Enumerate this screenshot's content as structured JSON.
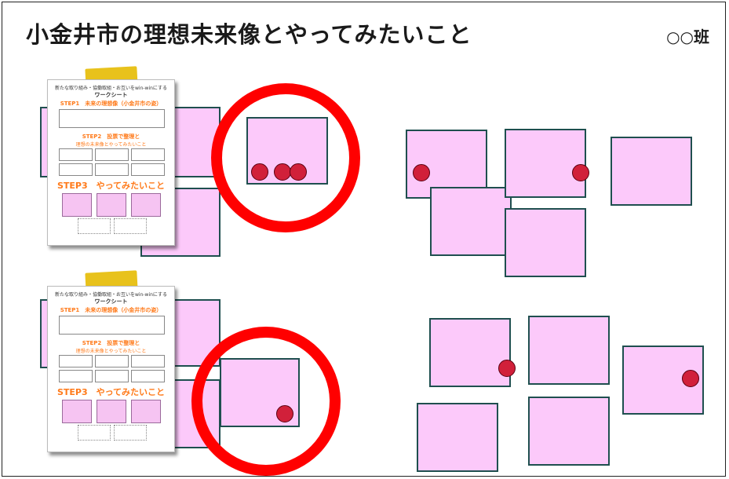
{
  "title": "小金井市の理想未来像とやってみたいこと",
  "group_label": "○○班",
  "worksheet": {
    "header_line": "新たな取り組み・協働取組・お互いをwin-winにする",
    "sheet_title": "ワークシート",
    "step1": "STEP1　未来の理想像（小金井市の姿）",
    "step2": "STEP2　投票で整理と",
    "step2_sub": "理想の未来像とやってみたいこと",
    "step3": "STEP3　やってみたいこと"
  },
  "colors": {
    "sticky_fill": "#fcc9fa",
    "sticky_border": "#1f4f4f",
    "vote_dot": "#d1203a",
    "highlight_ring": "#ff0000",
    "tape": "#e8c21c",
    "step_orange": "#ff7a1a"
  }
}
